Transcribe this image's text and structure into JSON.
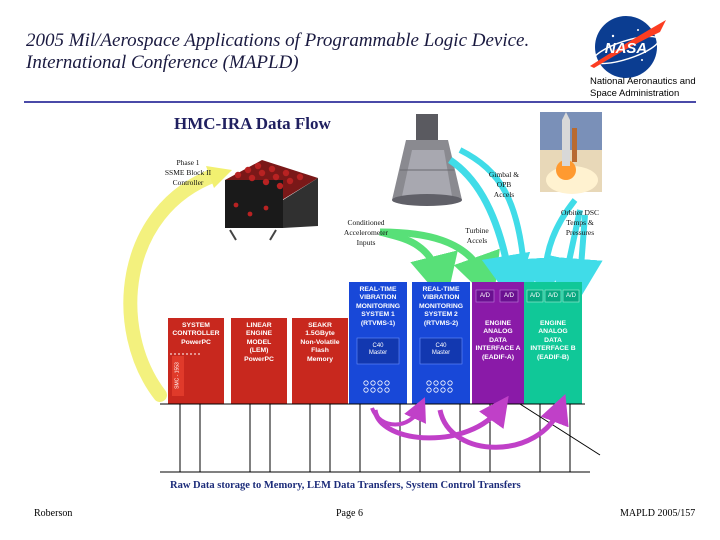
{
  "header": {
    "title_line1": "2005 Mil/Aerospace Applications of  Programmable Logic Device.",
    "title_line2": "International Conference (MAPLD)",
    "org_caption_line1": "National Aeronautics and",
    "org_caption_line2": "Space Administration",
    "logo_text": "NASA",
    "logo_icon": "nasa-meatball-icon"
  },
  "diagram": {
    "title": "HMC-IRA Data Flow",
    "labels": {
      "controller_line1": "Phase 1",
      "controller_line2": "SSME Block II",
      "controller_line3": "Controller",
      "cond_line1": "Conditioned",
      "cond_line2": "Accelerometer",
      "cond_line3": "Inputs",
      "gimbal_line1": "Gimbal &",
      "gimbal_line2": "OPB",
      "gimbal_line3": "Accels",
      "turbine_line1": "Turbine",
      "turbine_line2": "Accels",
      "orbiter_line1": "Orbiter DSC",
      "orbiter_line2": "Temps &",
      "orbiter_line3": "Pressures"
    },
    "boxes": {
      "sys_ctrl": [
        "SYSTEM",
        "CONTROLLER",
        "PowerPC"
      ],
      "lem": [
        "LINEAR",
        "ENGINE",
        "MODEL",
        "(LEM)",
        "PowerPC"
      ],
      "seakr": [
        "SEAKR",
        "1.5GByte",
        "Non-Volatile",
        "Flash",
        "Memory"
      ],
      "rtvms1": [
        "REAL-TIME",
        "VIBRATION",
        "MONITORING",
        "SYSTEM 1",
        "(RTVMS-1)"
      ],
      "rtvms2": [
        "REAL-TIME",
        "VIBRATION",
        "MONITORING",
        "SYSTEM 2",
        "(RTVMS-2)"
      ],
      "eadif_a": [
        "ENGINE",
        "ANALOG",
        "DATA",
        "INTERFACE A",
        "(EADIF-A)"
      ],
      "eadif_b": [
        "ENGINE",
        "ANALOG",
        "DATA",
        "INTERFACE B",
        "(EADIF-B)"
      ]
    },
    "chips": {
      "c40_1": [
        "C40",
        "Master"
      ],
      "c40_2": [
        "C40",
        "Master"
      ],
      "ad_a1": "A/D",
      "ad_a2": "A/D",
      "ad_b1": "A/D",
      "ad_b2": "A/D",
      "ad_b3": "A/D",
      "side_label": "SMC - 1553"
    },
    "bottom_caption": "Raw Data storage to Memory, LEM Data Transfers, System Control Transfers"
  },
  "footer": {
    "author": "Roberson",
    "page": "Page 6",
    "ref": "MAPLD 2005/157"
  },
  "colors": {
    "header_rule": "#4a4aa8",
    "red_box": "#c8281e",
    "blue_box": "#1848d8",
    "purple_box": "#8a1aa8",
    "green_box": "#10c898",
    "yellow_arrow": "#f2f070",
    "cyan_arrow": "#40dce8",
    "green_arrow": "#58e078",
    "magenta_arrow": "#c040c8"
  }
}
